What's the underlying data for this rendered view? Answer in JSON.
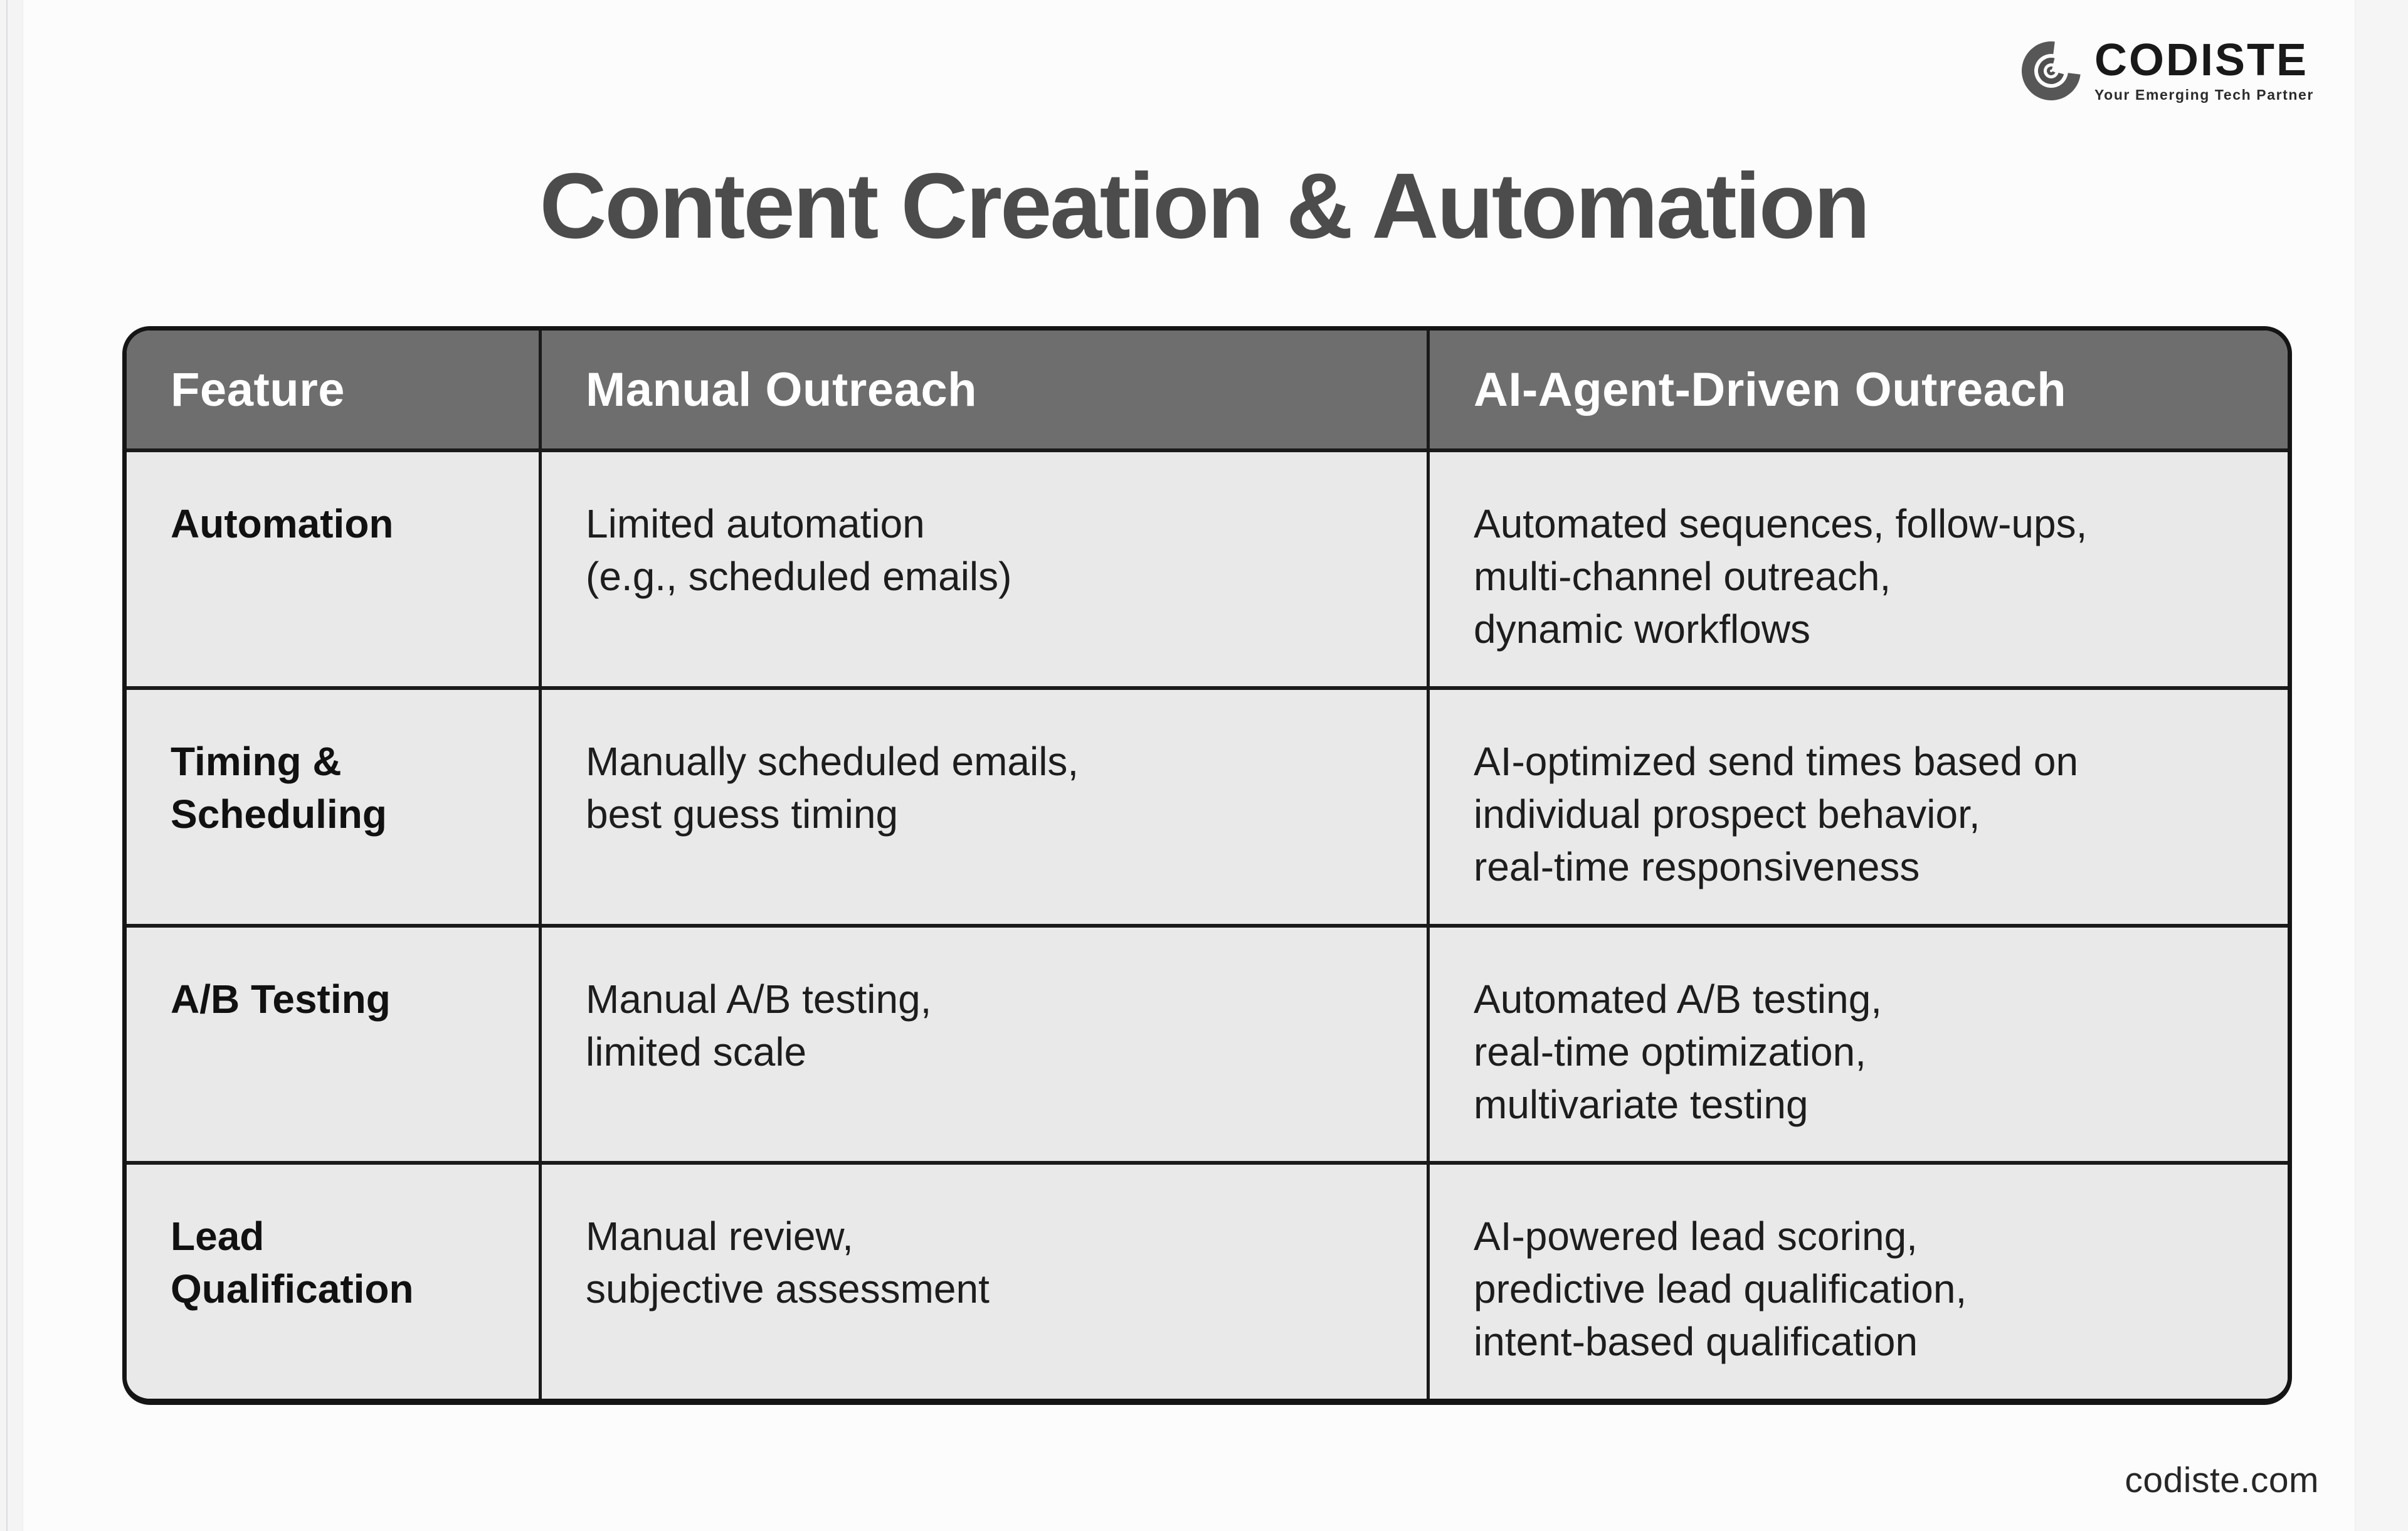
{
  "page": {
    "title": "Content Creation & Automation",
    "footer_url": "codiste.com"
  },
  "logo": {
    "name": "CODISTE",
    "tagline": "Your Emerging Tech Partner",
    "icon": "codiste-c-icon"
  },
  "colors": {
    "header_bg": "#6e6e6e",
    "header_text": "#ffffff",
    "cell_bg": "#e9e9ea",
    "table_border": "#151515",
    "title_text": "#4c4c4c",
    "body_text": "#1d1d1d",
    "page_bg": "#fcfcfd"
  },
  "table": {
    "headers": [
      "Feature",
      "Manual Outreach",
      "AI-Agent-Driven Outreach"
    ],
    "rows": [
      {
        "feature": [
          "Automation"
        ],
        "manual": [
          "Limited automation",
          "(e.g., scheduled emails)"
        ],
        "ai": [
          "Automated sequences, follow-ups,",
          "multi-channel outreach,",
          "dynamic workflows"
        ]
      },
      {
        "feature": [
          "Timing &",
          "Scheduling"
        ],
        "manual": [
          "Manually scheduled emails,",
          "best guess timing"
        ],
        "ai": [
          "AI-optimized send times based on",
          "individual prospect behavior,",
          "real-time responsiveness"
        ]
      },
      {
        "feature": [
          "A/B Testing"
        ],
        "manual": [
          "Manual A/B testing,",
          "limited scale"
        ],
        "ai": [
          "Automated A/B testing,",
          "real-time optimization,",
          "multivariate testing"
        ]
      },
      {
        "feature": [
          "Lead",
          "Qualification"
        ],
        "manual": [
          "Manual review,",
          "subjective assessment"
        ],
        "ai": [
          "AI-powered lead scoring,",
          "predictive lead qualification,",
          "intent-based qualification"
        ]
      }
    ]
  }
}
